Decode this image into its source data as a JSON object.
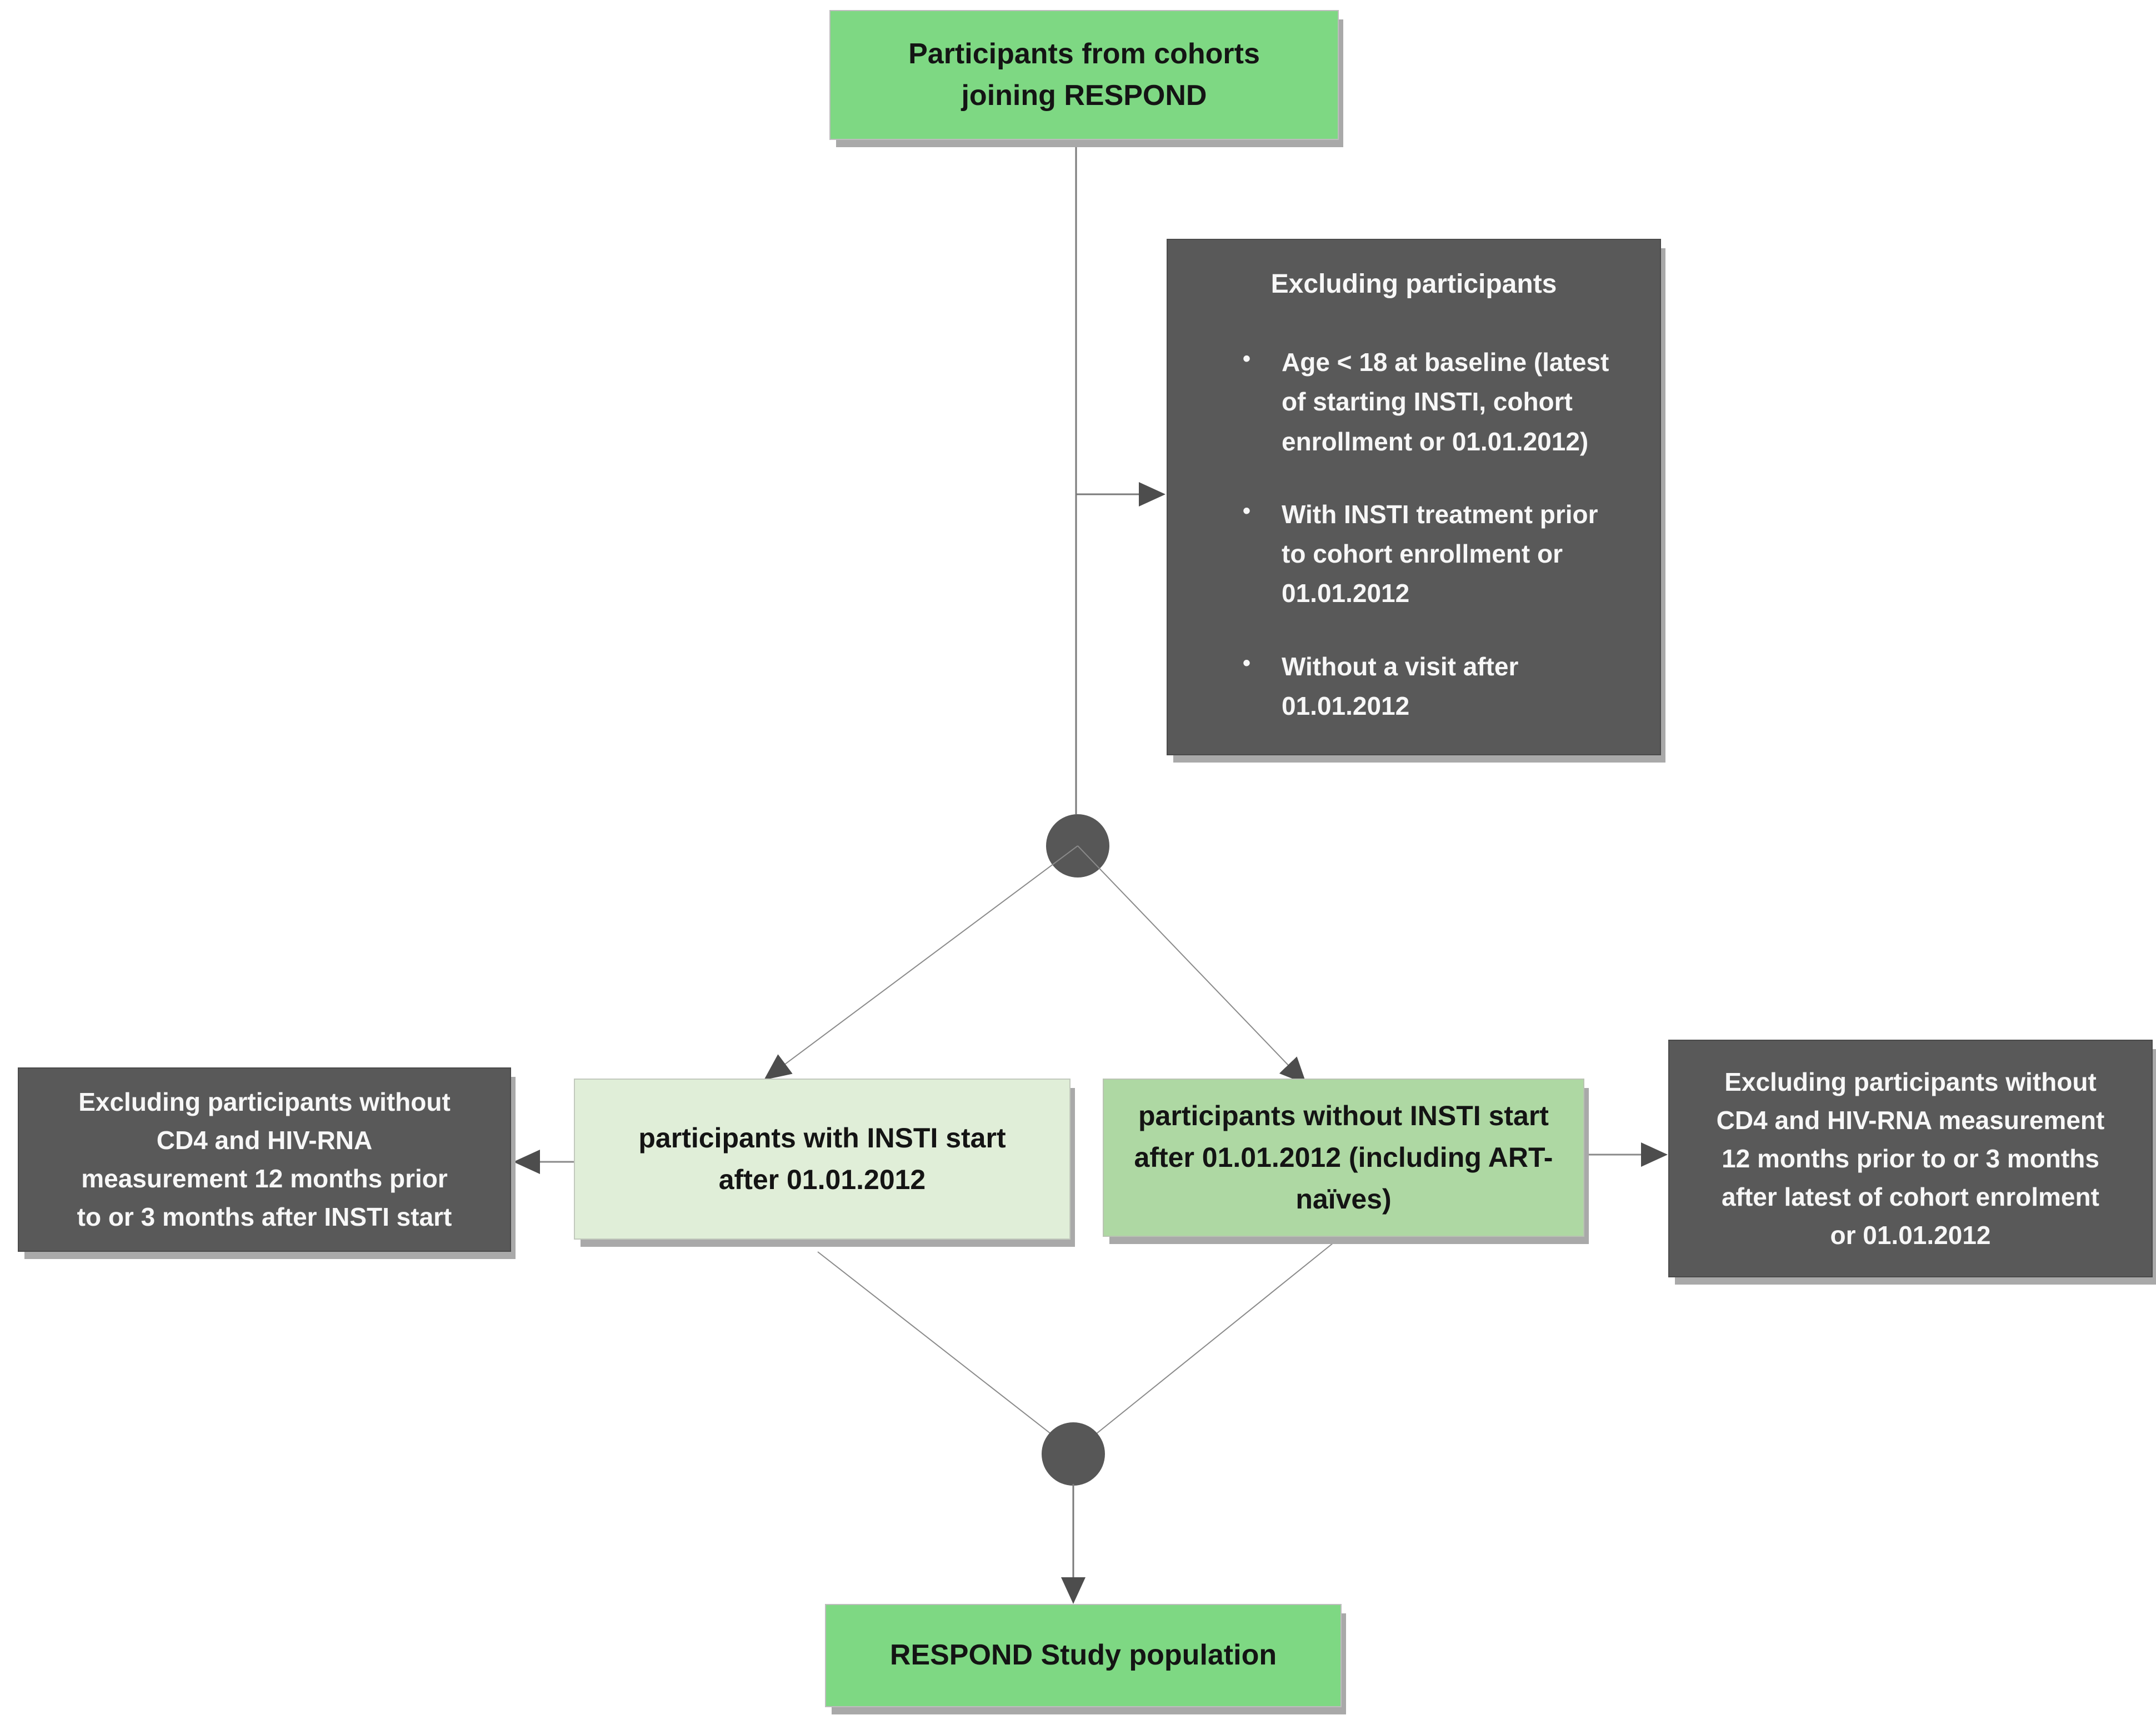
{
  "nodes": {
    "source": {
      "label": "Participants from cohorts\njoining RESPOND"
    },
    "exclusions_top": {
      "title": "Excluding participants",
      "bullets": [
        "Age < 18 at baseline (latest\nof starting INSTI, cohort\nenrollment or 01.01.2012)",
        "With INSTI treatment prior\nto cohort enrollment or\n01.01.2012",
        "Without a visit after\n01.01.2012"
      ]
    },
    "insti": {
      "label": "participants with INSTI start\nafter 01.01.2012"
    },
    "no_insti": {
      "label": "participants without INSTI start\nafter 01.01.2012 (including ART-\nnaïves)"
    },
    "exclusions_left": {
      "label": "Excluding participants without\nCD4 and HIV-RNA\nmeasurement 12 months prior\nto or 3 months after INSTI start"
    },
    "exclusions_right": {
      "label": "Excluding participants without\nCD4 and HIV-RNA measurement\n12 months prior to or 3 months\nafter latest of cohort enrolment\nor 01.01.2012"
    },
    "study_population": {
      "label": "RESPOND Study population"
    }
  },
  "colors": {
    "green_strong": "#7ed883",
    "green_mid": "#aed8a3",
    "green_pale": "#e0eed8",
    "gray_box": "#595959",
    "shadow": "#a9a9a9",
    "connector": "#8a8a8a",
    "arrowhead": "#4d4d4d"
  }
}
